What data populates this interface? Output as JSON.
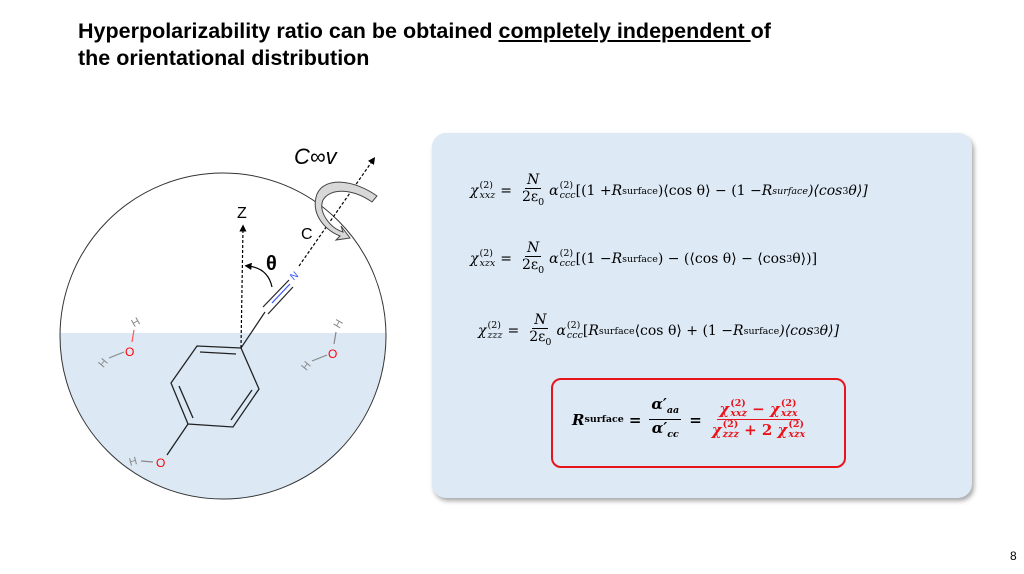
{
  "title": {
    "line1_pre": "Hyperpolarizability ratio can be obtained ",
    "line1_underlined": "completely independent ",
    "line1_post": "of",
    "line2": "the orientational distribution"
  },
  "diagram": {
    "symmetry_label": "C∞v",
    "z_label": "Z",
    "c_label": "C",
    "theta_label": "θ",
    "n_label": "N",
    "o_label": "O",
    "h_label": "H",
    "water_color": "#dce9f5",
    "oxygen_color": "#ff0000",
    "nitrogen_color": "#3355ff"
  },
  "equations": {
    "chi": "χ",
    "sup2": "(2)",
    "eq_sign": "=",
    "N": "N",
    "den": "2ε",
    "den_sub": "0",
    "alpha": "α",
    "ccc": "ccc",
    "surface": "surface",
    "R": "R",
    "eq1": {
      "lhs_sub": "xxz",
      "a": "[(1 + ",
      "b": ")⟨cos θ⟩ − (1 − ",
      "c": ")⟨cos",
      "c3": "3",
      "d": "θ⟩]"
    },
    "eq2": {
      "lhs_sub": "xzx",
      "a": "[(1 − ",
      "b": ") − (⟨cos θ⟩ − ⟨cos",
      "b3": "3",
      "c": "θ⟩)]"
    },
    "eq3": {
      "lhs_sub": "zzz",
      "a": "[",
      "b": "⟨cos θ⟩ + (1 − ",
      "c": ")⟨cos",
      "c3": "3",
      "d": "θ⟩]"
    },
    "ratio": {
      "R": "R",
      "surface": "surface",
      "alpha_aa": "α′",
      "aa": "aa",
      "alpha_cc": "α′",
      "cc": "cc",
      "xxz": "xxz",
      "xzx": "xzx",
      "zzz": "zzz",
      "minus": "−",
      "plus2": "+ 2"
    }
  },
  "page_number": "8"
}
